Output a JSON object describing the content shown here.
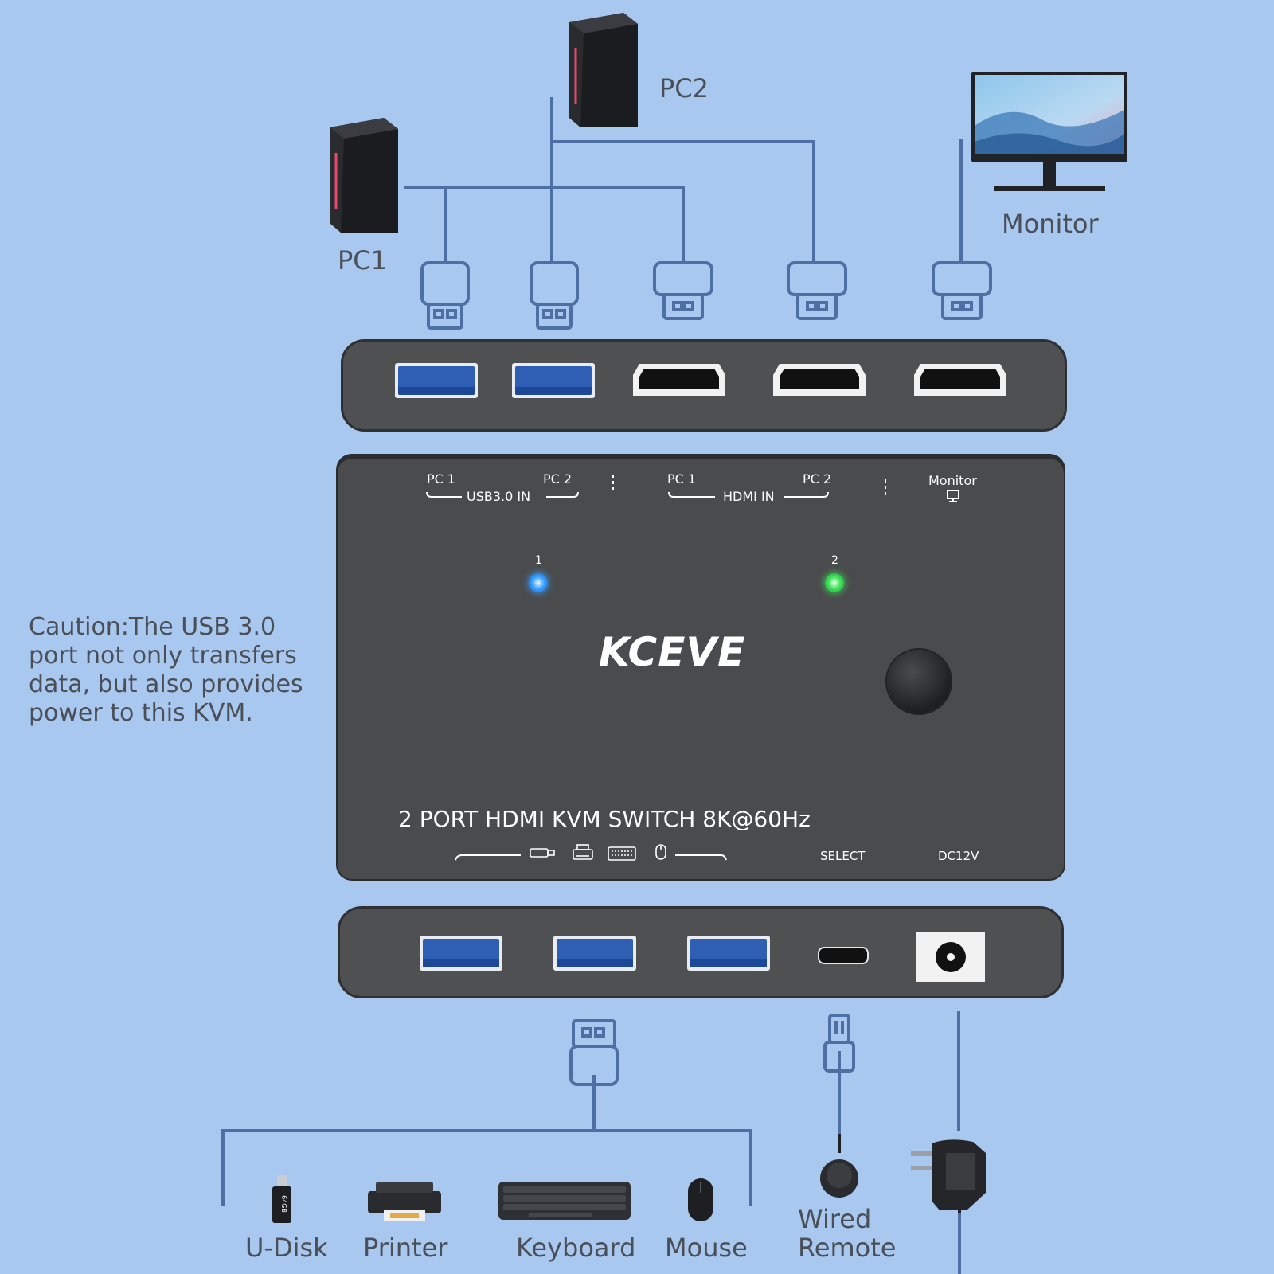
{
  "devices_top": {
    "pc1": "PC1",
    "pc2": "PC2",
    "monitor": "Monitor"
  },
  "caution": "Caution:The USB 3.0 port not only transfers data, but also provides power to this KVM.",
  "front_panel": {
    "usb_pc1": "PC 1",
    "usb_pc2": "PC 2",
    "usb_group": "USB3.0 IN",
    "hdmi_pc1": "PC 1",
    "hdmi_pc2": "PC 2",
    "hdmi_group": "HDMI IN",
    "monitor": "Monitor",
    "led1": "1",
    "led2": "2",
    "brand": "KCEVE",
    "model": "2 PORT HDMI KVM SWITCH 8K@60Hz",
    "select": "SELECT",
    "dc": "DC12V",
    "icons": [
      "usb-drive-icon",
      "printer-icon",
      "keyboard-icon",
      "mouse-icon"
    ]
  },
  "devices_bottom": {
    "udisk": "U-Disk",
    "printer": "Printer",
    "keyboard": "Keyboard",
    "mouse": "Mouse",
    "remote_line1": "Wired",
    "remote_line2": "Remote",
    "udisk_capacity": "64GB"
  },
  "colors": {
    "background": "#a9c8ef",
    "wire": "#4d6fa3",
    "panel": "#4a4b4d",
    "led1": "#3aa0ff",
    "led2": "#3ee35a"
  }
}
